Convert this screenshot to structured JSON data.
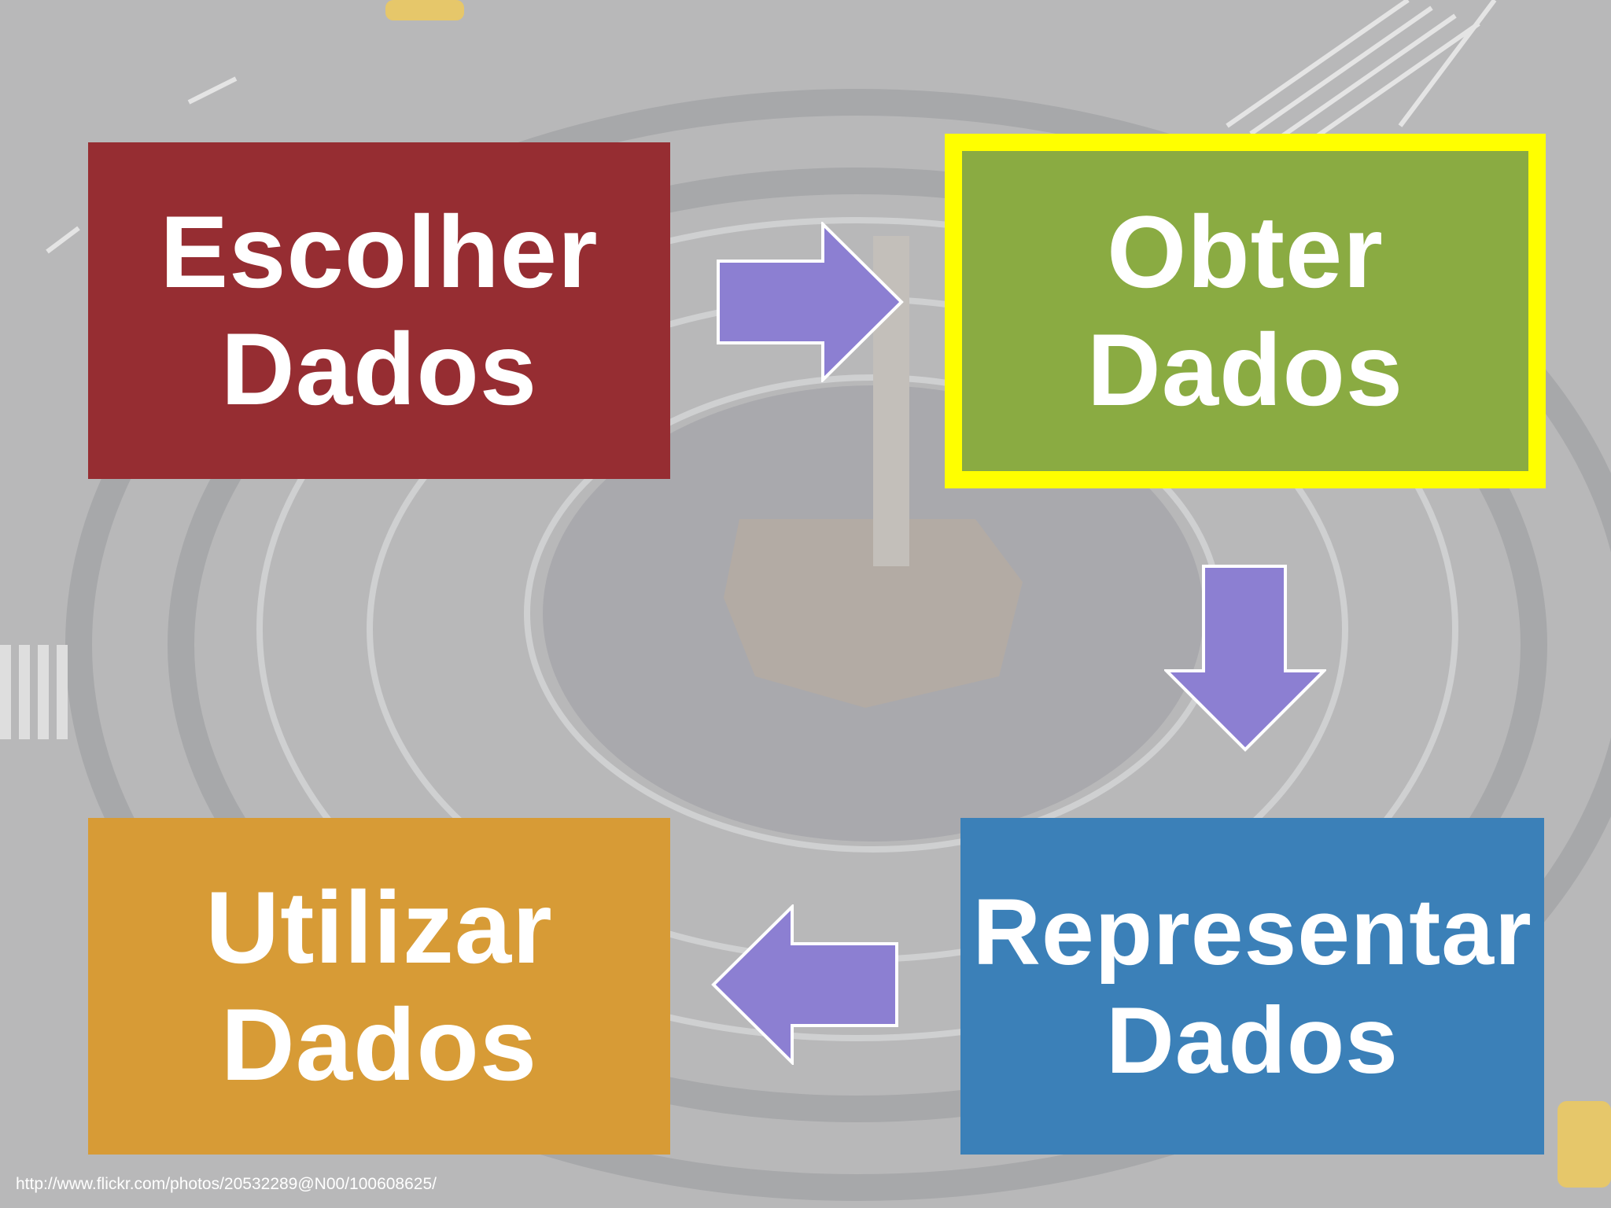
{
  "diagram": {
    "boxes": {
      "choose": {
        "line1": "Escolher",
        "line2": "Dados",
        "color": "#962d32"
      },
      "get": {
        "line1": "Obter",
        "line2": "Dados",
        "color": "#8aab42",
        "highlight_border": "#ffff00"
      },
      "represent": {
        "line1": "Representar",
        "line2": "Dados",
        "color": "#3b80b8"
      },
      "use": {
        "line1": "Utilizar",
        "line2": "Dados",
        "color": "#d79b36"
      }
    },
    "arrows": {
      "color": "#8c7fd2",
      "directions": [
        "right",
        "down",
        "left"
      ]
    }
  },
  "credit": "http://www.flickr.com/photos/20532289@N00/100608625/"
}
